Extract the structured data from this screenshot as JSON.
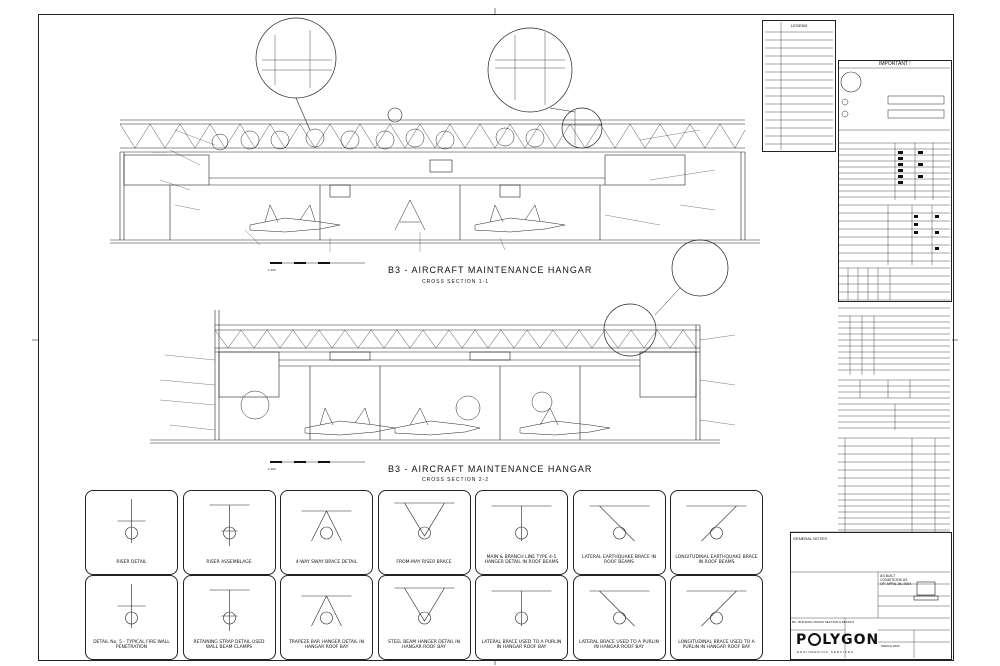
{
  "sections": {
    "upper": {
      "title": "B3 - AIRCRAFT MAINTENANCE HANGAR",
      "subtitle": "CROSS SECTION 1-1"
    },
    "lower": {
      "title": "B3 - AIRCRAFT MAINTENANCE HANGAR",
      "subtitle": "CROSS SECTION 2-2"
    }
  },
  "legend": {
    "title": "LEGEND"
  },
  "notes_box": {
    "title": "IMPORTANT !"
  },
  "general_notes": {
    "title": "GENERAL NOTES"
  },
  "details_top": [
    {
      "caption": "RISER DETAIL"
    },
    {
      "caption": "RISER ASSEMBLAGE"
    },
    {
      "caption": "4-WAY SWAY BRACE DETAIL"
    },
    {
      "caption": "FROM-MAY RISER BRACE"
    },
    {
      "caption": "MAIN & BRANCH LINE TYPE 4-1 HANGER DETAIL IN ROOF BEAMS"
    },
    {
      "caption": "LATERAL EARTHQUAKE BRACE IN ROOF BEAMS"
    },
    {
      "caption": "LONGITUDINAL EARTHQUAKE BRACE IN ROOF BEAMS"
    }
  ],
  "details_bottom": [
    {
      "caption": "DETAIL No. 5 - TYPICAL FIRE WALL PENETRATION"
    },
    {
      "caption": "RETAINING STRAP DETAIL USED WALL BEAM CLAMPS"
    },
    {
      "caption": "TRAPEZE BAR HANGER DETAIL IN HANGAR ROOF BAY"
    },
    {
      "caption": "STEEL BEAM HANGER DETAIL IN HANGAR ROOF BAY"
    },
    {
      "caption": "LATERAL BRACE USED TO A PURLIN IN HANGAR ROOF BAY"
    },
    {
      "caption": "LATERAL BRACE USED TO A PURLIN IN HANGAR ROOF BAY"
    },
    {
      "caption": "LONGITUDINAL BRACE USED TO A PURLIN IN HANGAR ROOF BAY"
    }
  ],
  "title_block": {
    "as_built": "AS BUILT CONDITIONS AS OF: APRIL 26, 2004",
    "company": "POLYGON",
    "company_tag": "ENGINEERING SERVICES",
    "project": "B3 - BUILDING CROSS SECTION & DETAILS",
    "date": "MARCH 2002"
  },
  "scales": {
    "upper": "1:100",
    "lower": "1:100"
  }
}
